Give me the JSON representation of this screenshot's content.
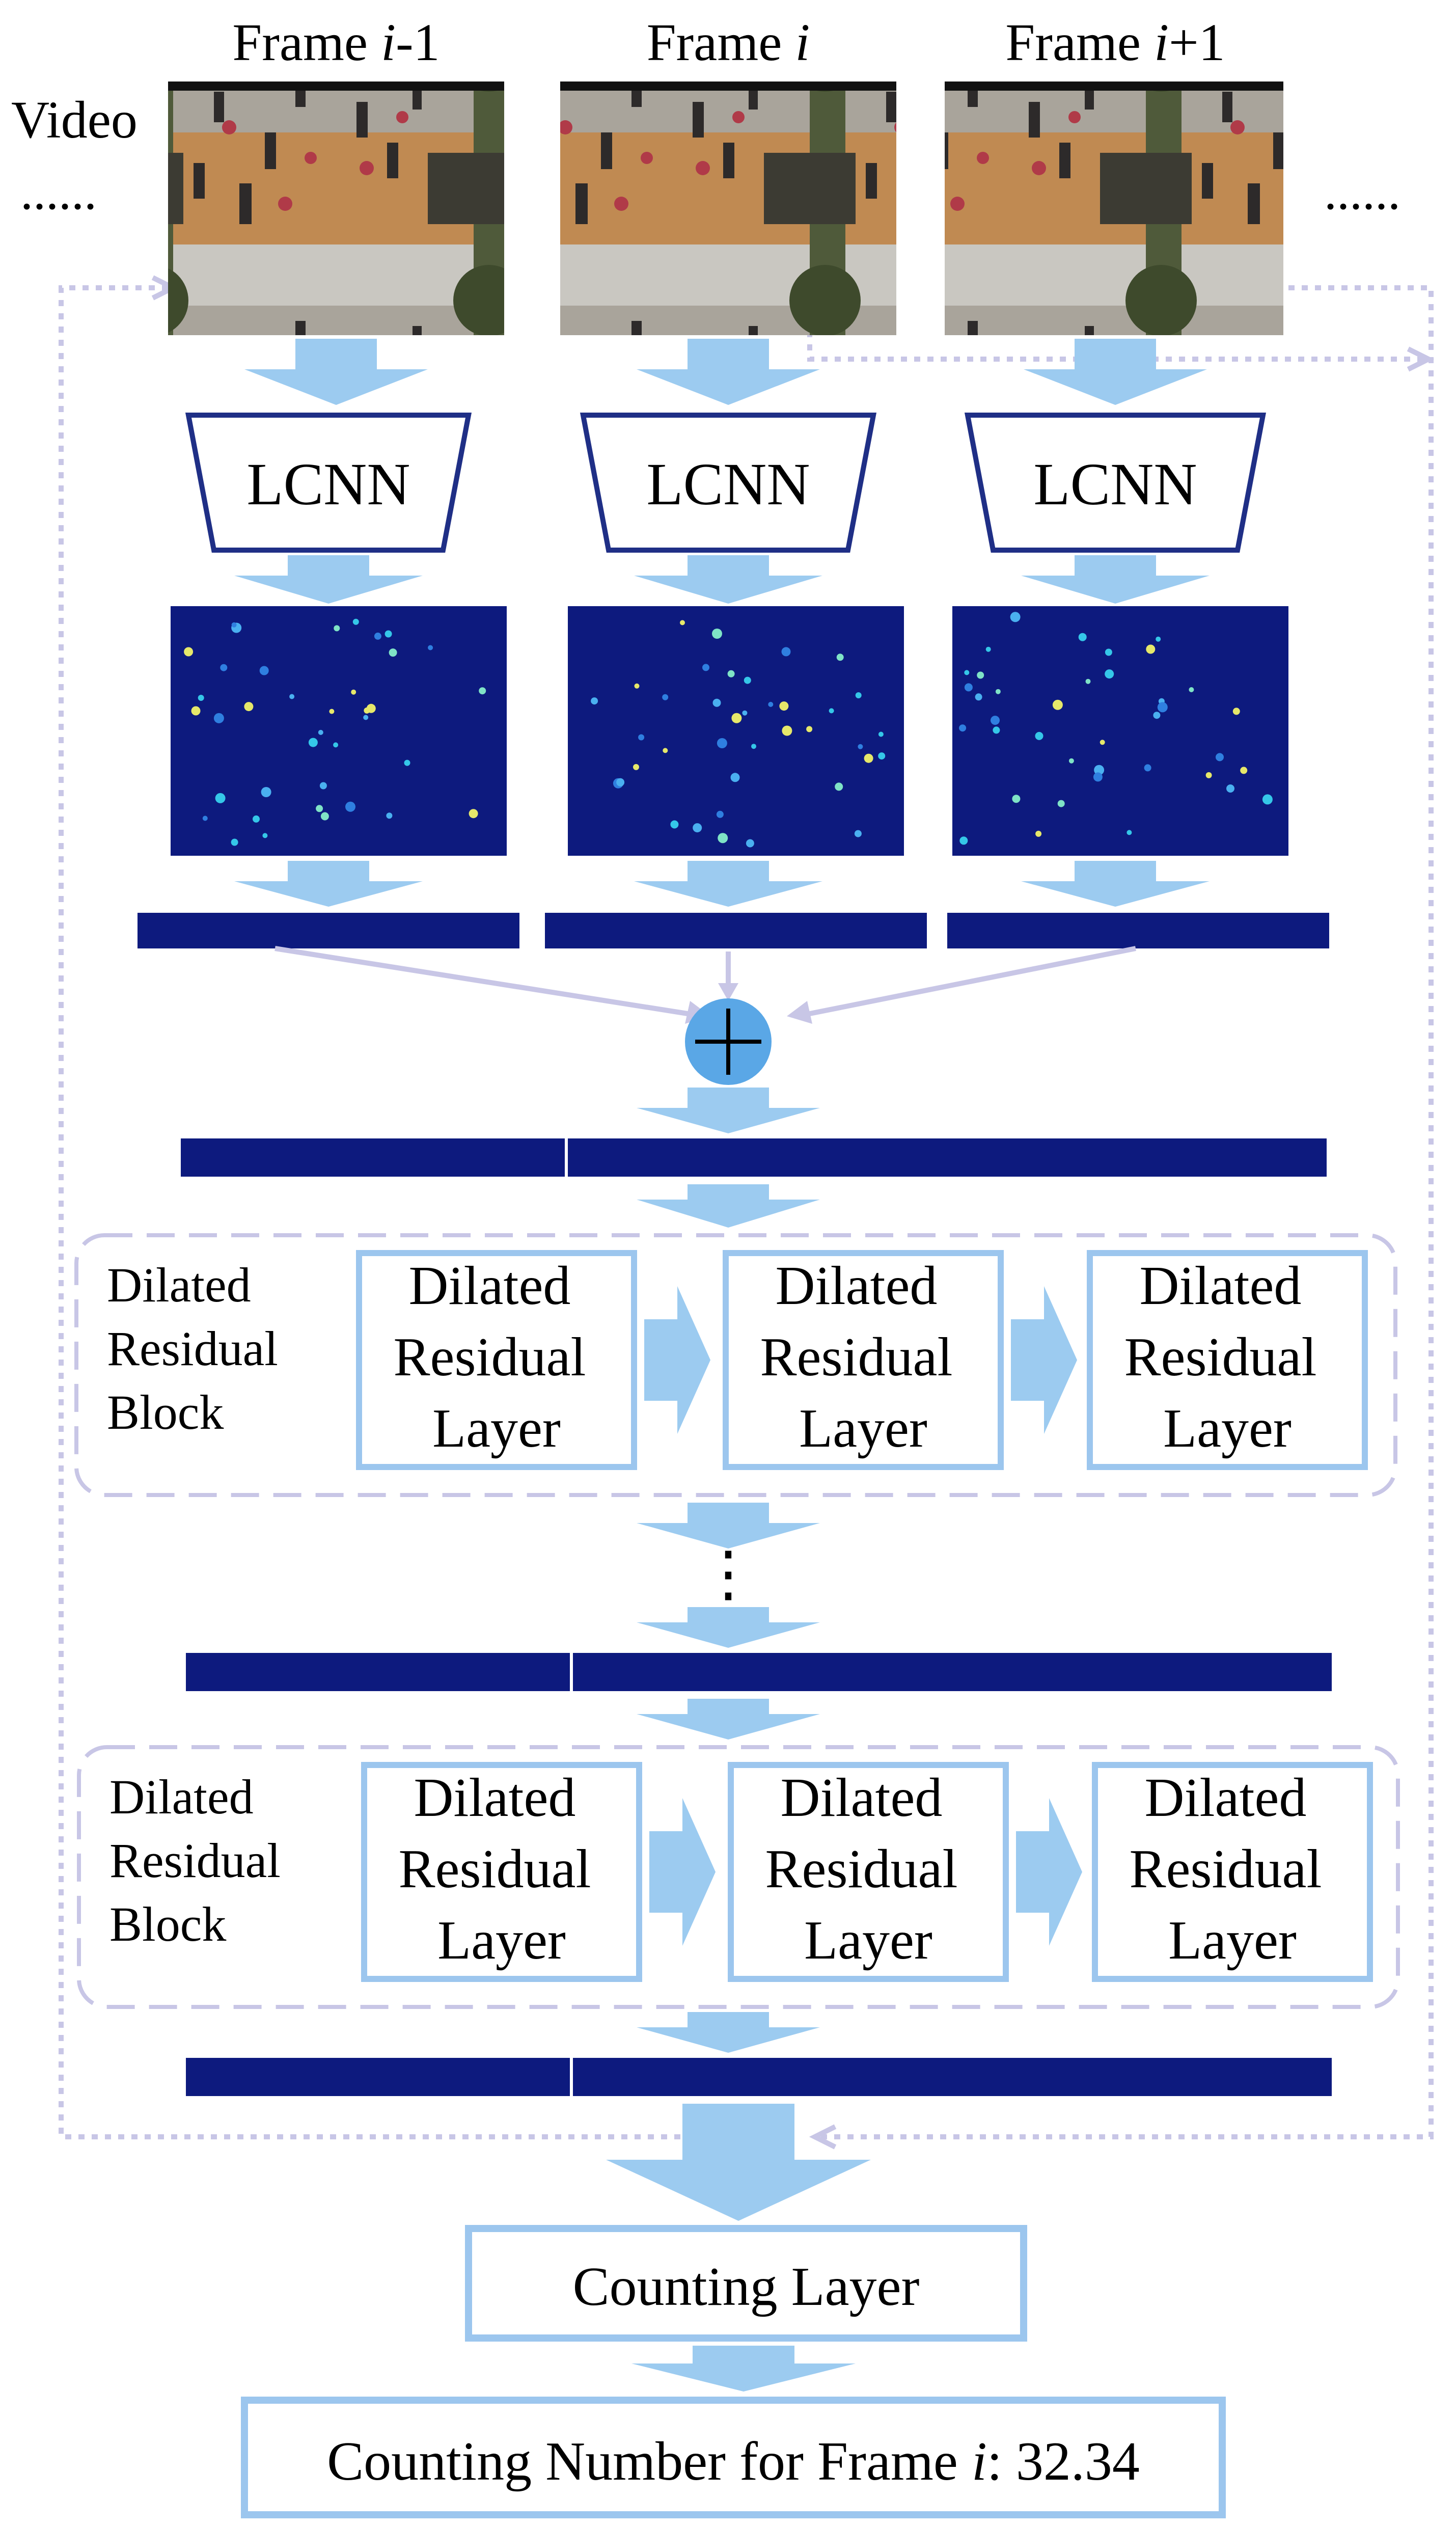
{
  "frames": [
    {
      "label_prefix": "Frame ",
      "label_var": "i",
      "label_suffix": "-1"
    },
    {
      "label_prefix": "Frame ",
      "label_var": "i",
      "label_suffix": ""
    },
    {
      "label_prefix": "Frame ",
      "label_var": "i",
      "label_suffix": "+1"
    }
  ],
  "video_label": "Video",
  "ellipsis_left": "......",
  "ellipsis_right": "......",
  "lcnn_label": "LCNN",
  "sum_symbol": "+",
  "blocks": [
    {
      "label_lines": [
        "Dilated",
        "Residual",
        "Block"
      ],
      "layers": [
        [
          "Dilated",
          "Residual",
          "Layer"
        ],
        [
          "Dilated",
          "Residual",
          "Layer"
        ],
        [
          "Dilated",
          "Residual",
          "Layer"
        ]
      ]
    },
    {
      "label_lines": [
        "Dilated",
        "Residual",
        "Block"
      ],
      "layers": [
        [
          "Dilated",
          "Residual",
          "Layer"
        ],
        [
          "Dilated",
          "Residual",
          "Layer"
        ],
        [
          "Dilated",
          "Residual",
          "Layer"
        ]
      ]
    }
  ],
  "vertical_ellipsis": "⋮",
  "counting_layer_label": "Counting Layer",
  "output": {
    "prefix": "Counting Number for Frame ",
    "var": "i",
    "suffix": ": 32.34"
  },
  "colors": {
    "arrow": "#9ccbf0",
    "box_border": "#9cc6ee",
    "trapezoid_border": "#1f2f86",
    "density_bg": "#0d1a7e",
    "dotted_loop": "#c8c6e6",
    "dashed_block": "#c8c6e6",
    "sum_fill": "#5aa7e6"
  }
}
